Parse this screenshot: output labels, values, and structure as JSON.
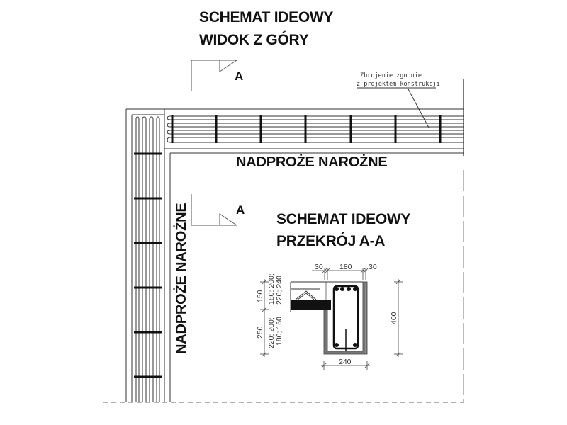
{
  "drawing": {
    "top_view": {
      "title_line1": "SCHEMAT IDEOWY",
      "title_line2": "WIDOK Z GÓRY",
      "section_marker_top": "A",
      "section_marker_bottom": "A"
    },
    "annotation": {
      "line1": "Zbrojenie zgodnie",
      "line2": "z projektem konstrukcji"
    },
    "lintel_horizontal_label": "NADPROŻE NAROŻNE",
    "lintel_vertical_label": "NADPROŻE NAROŻNE",
    "section_view": {
      "title_line1": "SCHEMAT IDEOWY",
      "title_line2": "PRZEKRÓJ A-A",
      "dimensions": {
        "top_left": "30",
        "top_middle": "180",
        "top_right": "30",
        "bottom_width": "240",
        "right_height": "400",
        "left_upper": "150",
        "left_lower": "250",
        "slab_thickness_upper": "180; 200;",
        "slab_thickness_upper_2": "220; 240",
        "slab_thickness_lower": "220; 200;",
        "slab_thickness_lower_2": "180; 160"
      }
    },
    "colors": {
      "line": "#222222",
      "concrete_fill": "#8a8a8a",
      "slab_fill": "#111111"
    }
  }
}
